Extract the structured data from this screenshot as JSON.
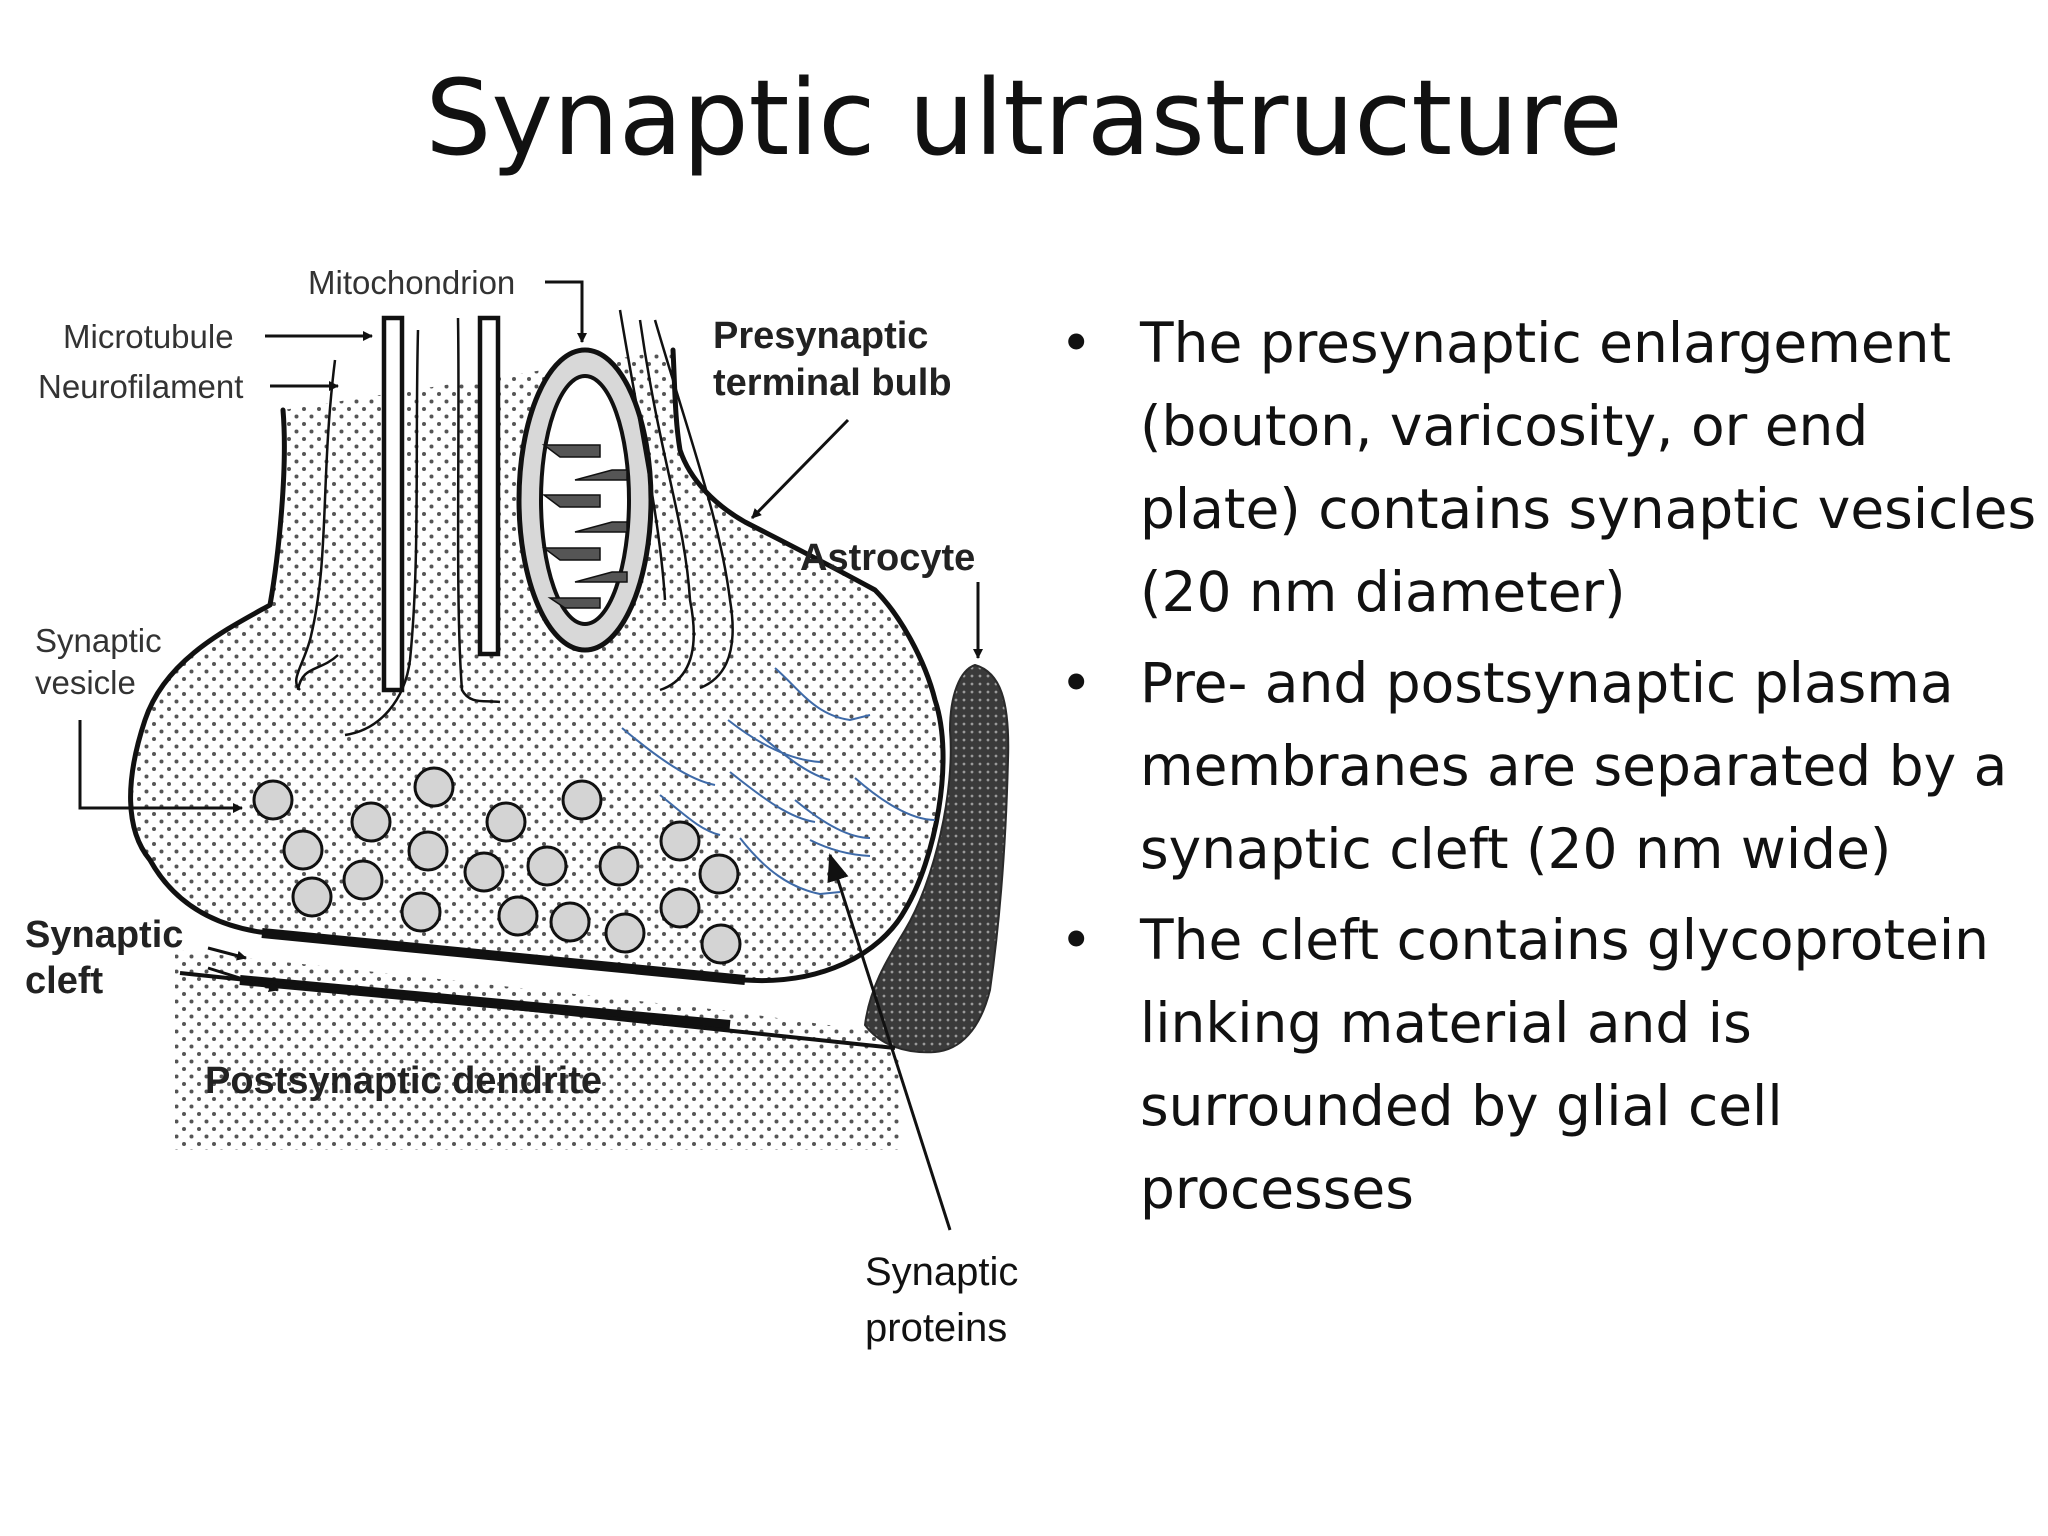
{
  "slide": {
    "title": "Synaptic ultrastructure"
  },
  "diagram": {
    "labels": {
      "mitochondrion": "Mitochondrion",
      "microtubule": "Microtubule",
      "neurofilament": "Neurofilament",
      "presynaptic_line1": "Presynaptic",
      "presynaptic_line2": "terminal bulb",
      "astrocyte": "Astrocyte",
      "synaptic_vesicle_line1": "Synaptic",
      "synaptic_vesicle_line2": "vesicle",
      "synaptic_cleft_line1": "Synaptic",
      "synaptic_cleft_line2": "cleft",
      "postsynaptic_dendrite": "Postsynaptic dendrite",
      "synaptic_proteins_line1": "Synaptic",
      "synaptic_proteins_line2": "proteins"
    },
    "colors": {
      "outline": "#111111",
      "vesicle_fill": "#d4d4d4",
      "protein_strands": "#3e6aa8",
      "stipple": "#555555",
      "astrocyte_fill": "#3a3a3a"
    }
  },
  "bullets": [
    {
      "marker": "•",
      "lines": [
        "The presynaptic enlargement",
        "(bouton, varicosity, or end",
        "plate) contains synaptic vesicles",
        "(20 nm diameter)"
      ]
    },
    {
      "marker": "•",
      "lines": [
        "Pre- and postsynaptic plasma",
        "membranes are separated by a",
        "synaptic cleft (20 nm wide)"
      ]
    },
    {
      "marker": "•",
      "lines": [
        "The cleft contains glycoprotein",
        "linking material and is",
        "surrounded by glial cell",
        "processes"
      ]
    }
  ]
}
